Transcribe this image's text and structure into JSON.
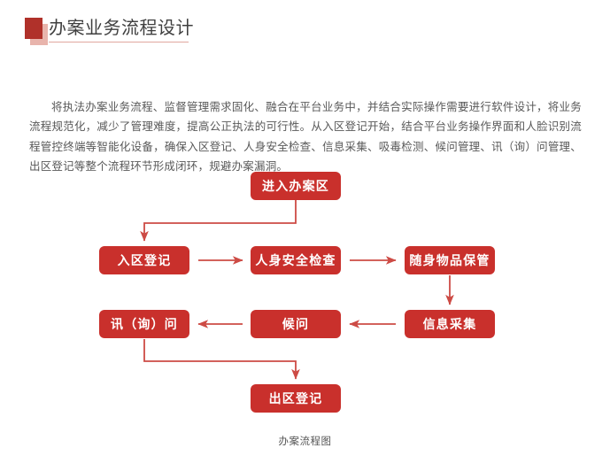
{
  "page": {
    "title": "办案业务流程设计",
    "accent_color": "#c9302c",
    "marker_color": "#b0312a",
    "marker_shadow_color": "#e8b4ac",
    "rule_color": "#e0a79f",
    "body_text_color": "#585858",
    "background_color": "#ffffff"
  },
  "paragraph": {
    "text": "将执法办案业务流程、监督管理需求固化、融合在平台业务中，并结合实际操作需要进行软件设计，将业务流程规范化，减少了管理难度，提高公正执法的可行性。从入区登记开始，结合平台业务操作界面和人脸识别流程管控终端等智能化设备，确保入区登记、人身安全检查、信息采集、吸毒检测、候问管理、讯（询）问管理、出区登记等整个流程环节形成闭环，规避办案漏洞。"
  },
  "flowchart": {
    "caption": "办案流程图",
    "nodes": [
      {
        "id": "enter",
        "label": "进入办案区"
      },
      {
        "id": "reg",
        "label": "入区登记"
      },
      {
        "id": "safety",
        "label": "人身安全检查"
      },
      {
        "id": "belong",
        "label": "随身物品保管"
      },
      {
        "id": "ask",
        "label": "讯（询）问"
      },
      {
        "id": "wait",
        "label": "候问"
      },
      {
        "id": "collect",
        "label": "信息采集"
      },
      {
        "id": "exit",
        "label": "出区登记"
      }
    ],
    "edges": [
      {
        "from": "enter",
        "to": "reg",
        "style": "elbow-down-left-down"
      },
      {
        "from": "reg",
        "to": "safety",
        "style": "straight-right"
      },
      {
        "from": "safety",
        "to": "belong",
        "style": "straight-right"
      },
      {
        "from": "belong",
        "to": "collect",
        "style": "straight-down"
      },
      {
        "from": "collect",
        "to": "wait",
        "style": "straight-left"
      },
      {
        "from": "wait",
        "to": "ask",
        "style": "straight-left"
      },
      {
        "from": "ask",
        "to": "exit",
        "style": "elbow-down-right-down"
      }
    ]
  }
}
